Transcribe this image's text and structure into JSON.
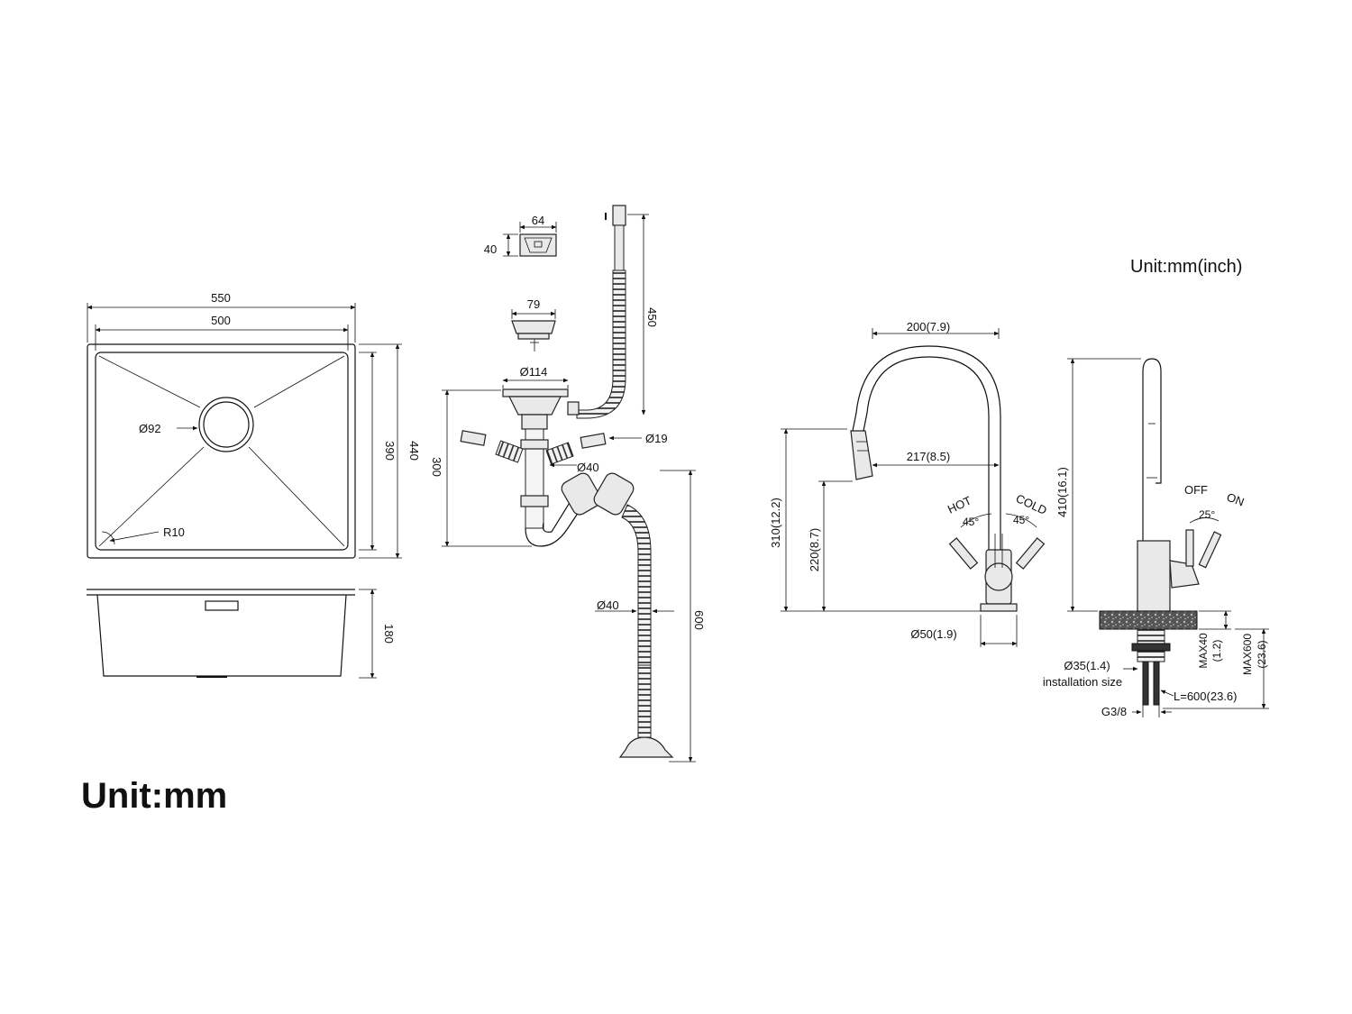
{
  "units": {
    "main": "Unit:mm",
    "faucet": "Unit:mm(inch)"
  },
  "sink": {
    "overall_width": "550",
    "inner_width": "500",
    "drain_diameter": "Ø92",
    "corner_radius": "R10",
    "inner_depth": "390",
    "overall_depth": "440",
    "height": "180"
  },
  "drain_kit": {
    "overflow_width": "64",
    "overflow_height": "40",
    "strainer_diameter": "79",
    "hose_length": "450",
    "flange_diameter": "Ø114",
    "overflow_hose_diameter": "Ø19",
    "trap_height": "300",
    "trap_pipe_diameter": "Ø40",
    "drain_hose_diameter": "Ø40",
    "drain_hose_length": "600"
  },
  "faucet": {
    "spout_span": "200(7.9)",
    "spout_reach": "217(8.5)",
    "total_height_side": "310(12.2)",
    "spout_height": "220(8.7)",
    "base_diameter": "Ø50(1.9)",
    "hot_label": "HOT",
    "cold_label": "COLD",
    "hot_angle": "45°",
    "cold_angle": "45°",
    "total_height": "410(16.1)",
    "off_label": "OFF",
    "on_label": "ON",
    "lever_angle": "25°",
    "max_deck": "MAX40",
    "max_deck_in": "(1.2)",
    "max_hose": "MAX600",
    "max_hose_in": "(23.6)",
    "hole_diameter": "Ø35(1.4)",
    "hole_label": "installation size",
    "hose_length": "L=600(23.6)",
    "thread": "G3/8"
  }
}
